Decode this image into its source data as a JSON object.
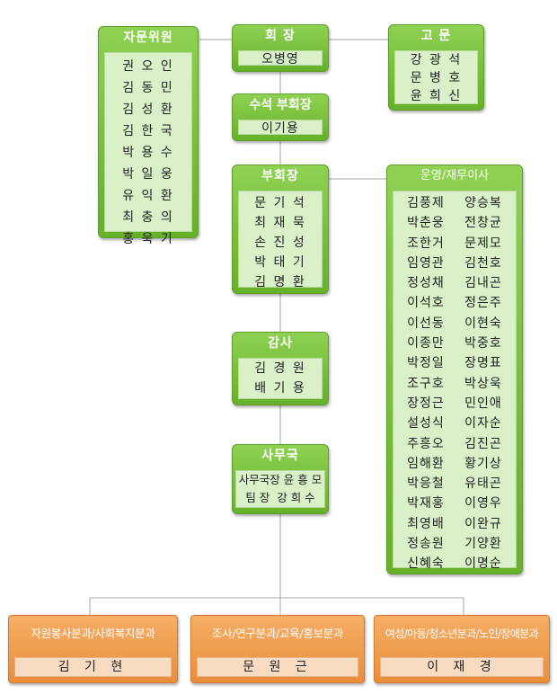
{
  "president": {
    "title": "회 장",
    "members": [
      "오병영"
    ]
  },
  "senior_vp": {
    "title": "수석 부회장",
    "members": [
      "이기용"
    ]
  },
  "advisory": {
    "title": "자문위원",
    "members": [
      "권 오 인",
      "김 동 민",
      "김 성 환",
      "김 한 국",
      "박 용 수",
      "박 일 웅",
      "유 익 환",
      "최 충 의",
      "홍 욱 기"
    ]
  },
  "counsel": {
    "title": "고 문",
    "members": [
      "강 광 석",
      "문 병 호",
      "윤 희 신"
    ]
  },
  "vice_presidents": {
    "title": "부회장",
    "members": [
      "문 기 석",
      "최 재 묵",
      "손 진 성",
      "박 태 기",
      "김 명 환"
    ]
  },
  "auditors": {
    "title": "감사",
    "members": [
      "김 경 원",
      "배 기 용"
    ]
  },
  "secretariat": {
    "title": "사무국",
    "members": [
      "사무국장 윤 흥 모",
      "팀 장  강 희 수"
    ]
  },
  "directors": {
    "title": "운영/재무이사",
    "pairs": [
      [
        "김풍제",
        "양승복"
      ],
      [
        "박춘웅",
        "전창균"
      ],
      [
        "조한거",
        "문제모"
      ],
      [
        "임영관",
        "김천호"
      ],
      [
        "정성채",
        "김내곤"
      ],
      [
        "이석호",
        "정은주"
      ],
      [
        "이선동",
        "이현숙"
      ],
      [
        "이종만",
        "박중호"
      ],
      [
        "박정일",
        "장명표"
      ],
      [
        "조구호",
        "박상욱"
      ],
      [
        "장정근",
        "민인애"
      ],
      [
        "설성식",
        "이자순"
      ],
      [
        "주흥오",
        "김진곤"
      ],
      [
        "임해환",
        "황기상"
      ],
      [
        "박응철",
        "유태곤"
      ],
      [
        "박재홍",
        "이영우"
      ],
      [
        "최영배",
        "이완규"
      ],
      [
        "정송원",
        "기양환"
      ],
      [
        "신혜숙",
        "이명순"
      ]
    ]
  },
  "divisions": [
    {
      "title": "자원봉사분과/사회복지분과",
      "head": "김 기 현"
    },
    {
      "title": "조사/연구분과/교육/홍보분과",
      "head": "문 원 근"
    },
    {
      "title": "여성/아동/청소년분과/노인/장애분과",
      "head": "이 재 경"
    }
  ],
  "colors": {
    "green": "#7cc242",
    "orange": "#f0a050",
    "line": "#a6a6a6"
  }
}
